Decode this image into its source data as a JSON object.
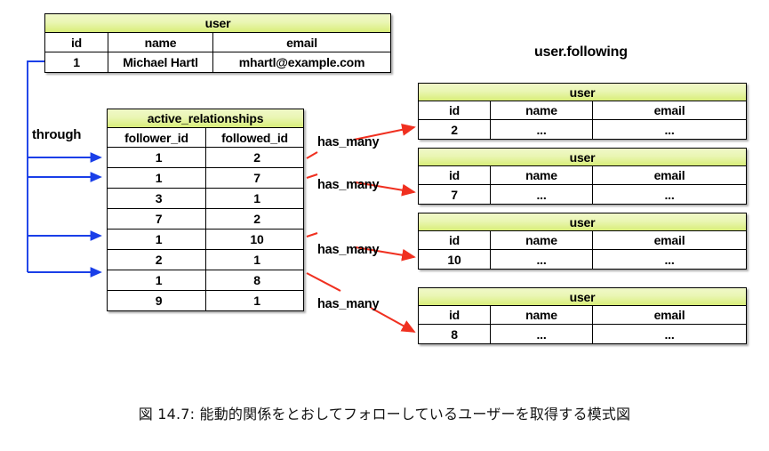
{
  "figure": {
    "caption": "図 14.7: 能動的関係をとおしてフォローしているユーザーを取得する模式図",
    "through_label": "through",
    "following_label": "user.following",
    "has_many_label": "has_many",
    "ellipsis": "...",
    "colors": {
      "header_green_top": "#f0f8c8",
      "header_green_bottom": "#cfe85f",
      "highlight_blue": "#0f2fe8",
      "highlight_red": "#e8260c",
      "arrow_blue": "#1a3fe8",
      "arrow_red": "#f03020",
      "border": "#000000",
      "background": "#ffffff"
    }
  },
  "user_table": {
    "title": "user",
    "columns": [
      "id",
      "name",
      "email"
    ],
    "rows": [
      {
        "id": "1",
        "name": "Michael Hartl",
        "email": "mhartl@example.com"
      }
    ]
  },
  "relationships_table": {
    "title": "active_relationships",
    "columns": [
      "follower_id",
      "followed_id"
    ],
    "rows": [
      {
        "follower_id": "1",
        "followed_id": "2",
        "highlight": true
      },
      {
        "follower_id": "1",
        "followed_id": "7",
        "highlight": true
      },
      {
        "follower_id": "3",
        "followed_id": "1",
        "highlight": false
      },
      {
        "follower_id": "7",
        "followed_id": "2",
        "highlight": false
      },
      {
        "follower_id": "1",
        "followed_id": "10",
        "highlight": true
      },
      {
        "follower_id": "2",
        "followed_id": "1",
        "highlight": false
      },
      {
        "follower_id": "1",
        "followed_id": "8",
        "highlight": true
      },
      {
        "follower_id": "9",
        "followed_id": "1",
        "highlight": false
      }
    ]
  },
  "followed_user_tables": [
    {
      "title": "user",
      "columns": [
        "id",
        "name",
        "email"
      ],
      "id": "2",
      "name": "...",
      "email": "..."
    },
    {
      "title": "user",
      "columns": [
        "id",
        "name",
        "email"
      ],
      "id": "7",
      "name": "...",
      "email": "..."
    },
    {
      "title": "user",
      "columns": [
        "id",
        "name",
        "email"
      ],
      "id": "10",
      "name": "...",
      "email": "..."
    },
    {
      "title": "user",
      "columns": [
        "id",
        "name",
        "email"
      ],
      "id": "8",
      "name": "...",
      "email": "..."
    }
  ],
  "has_many_labels": [
    "has_many",
    "has_many",
    "has_many",
    "has_many"
  ]
}
